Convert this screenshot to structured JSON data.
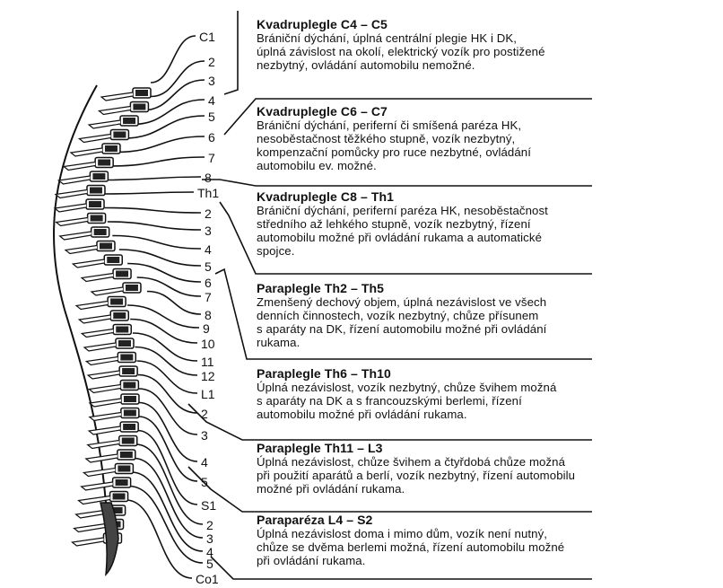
{
  "segments": [
    "C1",
    "2",
    "3",
    "4",
    "5",
    "6",
    "7",
    "8",
    "Th1",
    "2",
    "3",
    "4",
    "5",
    "6",
    "7",
    "8",
    "9",
    "10",
    "11",
    "12",
    "L1",
    "2",
    "3",
    "4",
    "5",
    "S1",
    "2",
    "3",
    "4",
    "5",
    "Co1"
  ],
  "blocks": [
    {
      "title": "Kvadruplegle C4 – C5",
      "lines": [
        "Brániční dýchání, úplná centrální plegie HK i DK,",
        "úplná závislost na okolí, elektrický vozík pro postižené",
        "nezbytný, ovládání automobilu nemožné."
      ]
    },
    {
      "title": "Kvadruplegle C6 – C7",
      "lines": [
        "Brániční dýchání, periferní či smíšená paréza HK,",
        "nesoběstačnost těžkého stupně, vozík nezbytný,",
        "kompenzační pomůcky pro ruce nezbytné, ovládání",
        "automobilu ev. možné."
      ]
    },
    {
      "title": "Kvadruplegle C8 – Th1",
      "lines": [
        "Brániční dýchání, periferní paréza HK, nesoběstačnost",
        "středního až lehkého stupně, vozík nezbytný, řízení",
        "automobilu možné při ovládání rukama a automatické",
        "spojce."
      ]
    },
    {
      "title": "Paraplegle Th2 – Th5",
      "lines": [
        "Zmenšený dechový objem, úplná nezávislost ve všech",
        "denních činnostech, vozík nezbytný, chůze přísunem",
        "s aparáty na DK, řízení automobilu možné při ovládání",
        "rukama."
      ]
    },
    {
      "title": "Paraplegle Th6 – Th10",
      "lines": [
        "Úplná nezávislost, vozík nezbytný, chůze švihem možná",
        "s aparáty na DK a s francouzskými berlemi, řízení",
        "automobilu možné při ovládání rukama."
      ]
    },
    {
      "title": "Paraplegle Th11 – L3",
      "lines": [
        "Úplná nezávislost, chůze švihem a čtyřdobá chůze možná",
        "při použití aparátů a berlí, vozík nezbytný, řízení automobilu",
        "možné při ovládání rukama."
      ]
    },
    {
      "title": "Paraparéza L4 – S2",
      "lines": [
        "Úplná nezávislost doma i mimo dům, vozík není nutný,",
        "chůze se dvěma berlemi možná, řízení automobilu možné",
        "při ovládání rukama."
      ]
    }
  ]
}
